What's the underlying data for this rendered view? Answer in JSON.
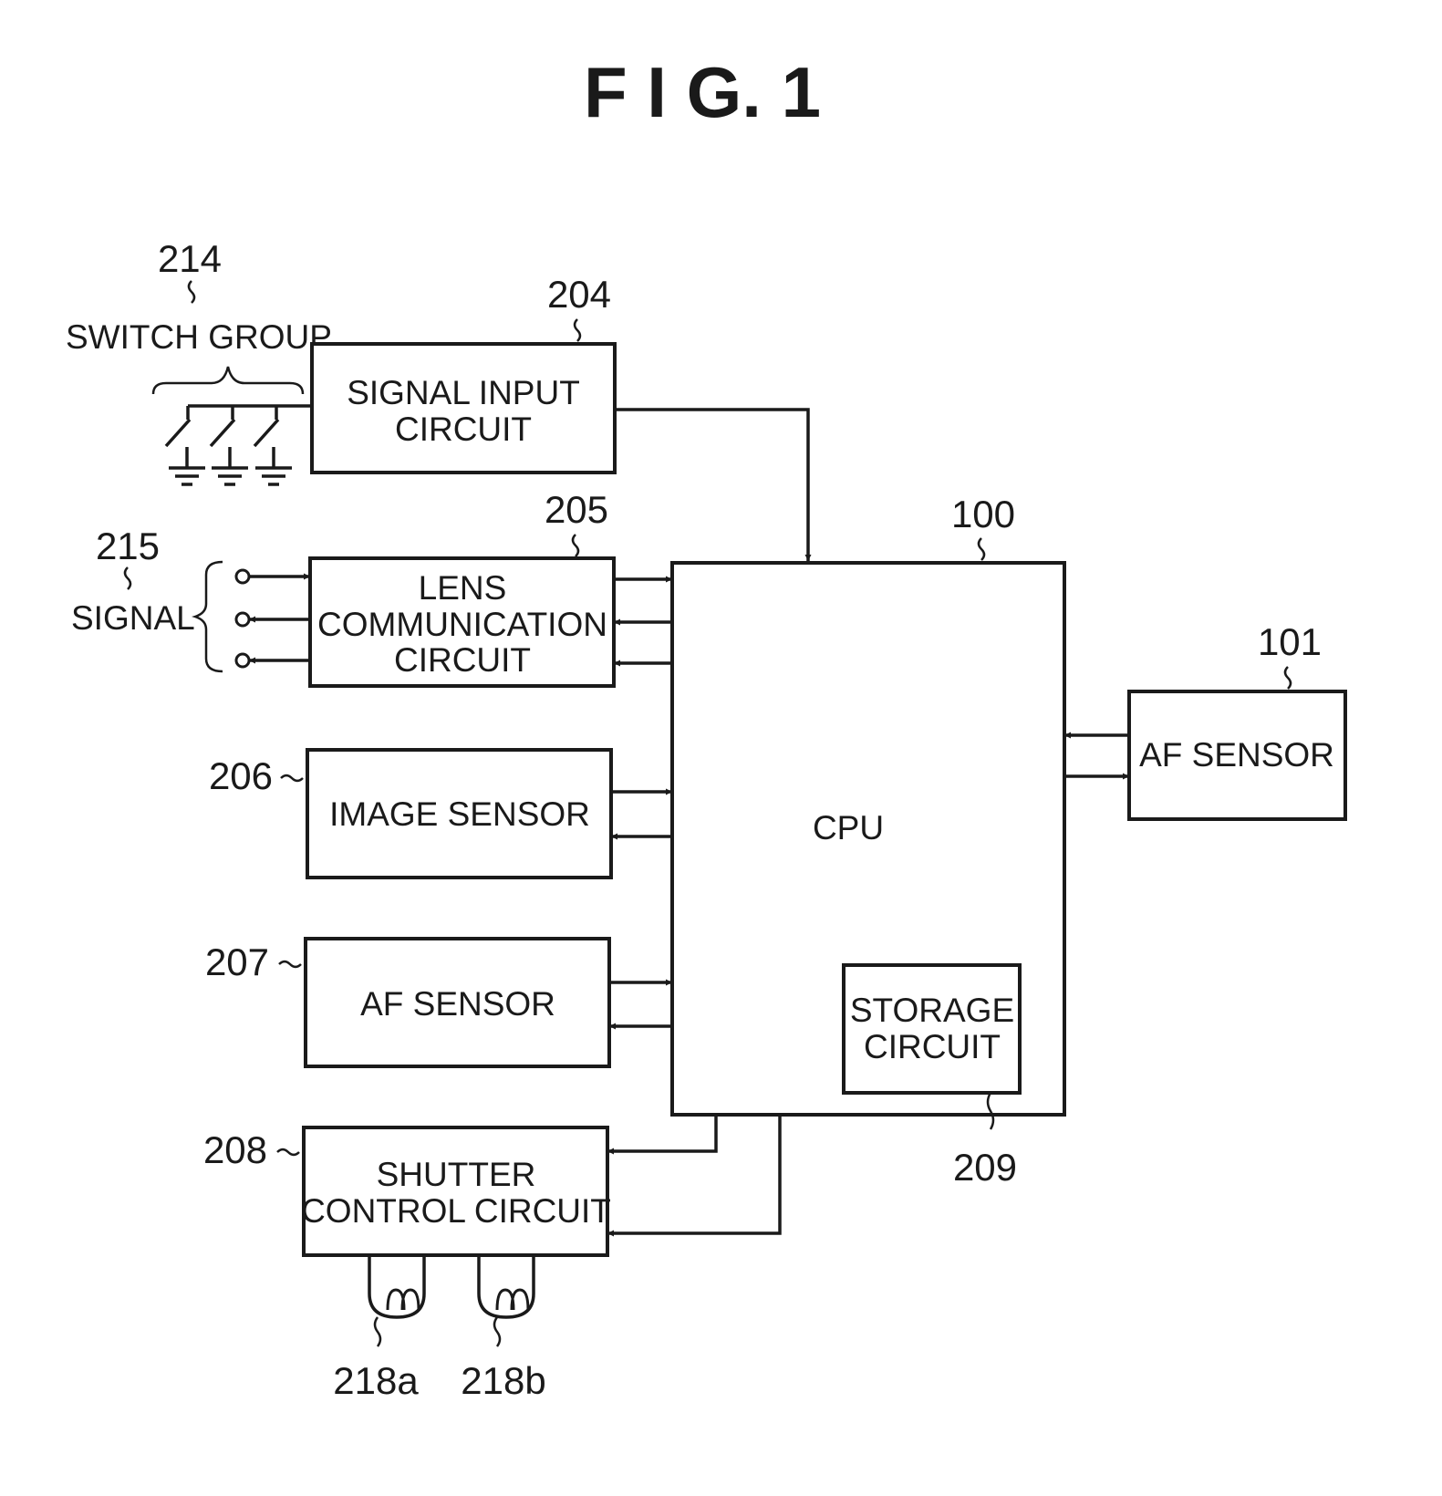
{
  "figure_title": "F I G. 1",
  "blocks": {
    "signal_input": {
      "ref": "204",
      "line1": "SIGNAL INPUT",
      "line2": "CIRCUIT"
    },
    "lens_comm": {
      "ref": "205",
      "line1": "LENS",
      "line2": "COMMUNICATION",
      "line3": "CIRCUIT"
    },
    "image_sensor": {
      "ref": "206",
      "label": "IMAGE SENSOR"
    },
    "af_sensor_left": {
      "ref": "207",
      "label": "AF SENSOR"
    },
    "shutter": {
      "ref": "208",
      "line1": "SHUTTER",
      "line2": "CONTROL CIRCUIT"
    },
    "cpu": {
      "ref": "100",
      "label": "CPU"
    },
    "storage": {
      "ref": "209",
      "line1": "STORAGE",
      "line2": "CIRCUIT"
    },
    "af_sensor_right": {
      "ref": "101",
      "label": "AF SENSOR"
    }
  },
  "switch_group": {
    "ref": "214",
    "label": "SWITCH GROUP"
  },
  "signal": {
    "ref": "215",
    "label": "SIGNAL"
  },
  "coils": {
    "a": "218a",
    "b": "218b"
  },
  "colors": {
    "ink": "#1a1a1a",
    "background": "#ffffff"
  }
}
